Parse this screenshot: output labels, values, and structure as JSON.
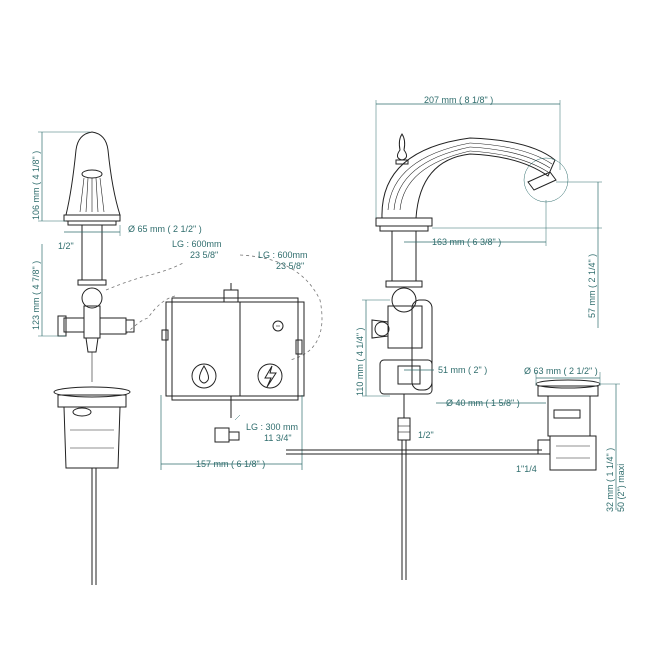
{
  "dimensions": {
    "total_width": "207 mm ( 8 1/8\" )",
    "spout_reach": "163 mm ( 6 3/8\" )",
    "spout_height": "57 mm ( 2 1/4\" )",
    "handle_height": "106 mm ( 4 1/8\" )",
    "handle_diameter": "Ø  65 mm ( 2 1/2\" )",
    "handle_body_height": "123 mm ( 4 7/8\" )",
    "thread_left": "1/2\"",
    "cable_left_a": "LG : 600mm",
    "cable_left_b": "23 5/8\"",
    "cable_mid_a": "LG : 600mm",
    "cable_mid_b": "23 5/8\"",
    "box_width": "157 mm ( 6 1/8\" )",
    "cable_short_a": "LG : 300 mm",
    "cable_short_b": "11 3/4\"",
    "body_height": "110 mm ( 4 1/4\" )",
    "shank_offset": "51 mm ( 2\" )",
    "drain_diameter": "Ø  63 mm ( 2 1/2\" )",
    "drain_inner": "Ø  40 mm ( 1 5/8\" )",
    "thread_right": "1/2\"",
    "drain_thread": "1\"1/4",
    "drain_depth_a": "32 mm ( 1 1/4\" )",
    "drain_depth_b": "50 (2\") maxi"
  },
  "icons": {
    "water": "water-drop-icon",
    "power": "lightning-icon"
  },
  "colors": {
    "dimension": "#2f6d6d",
    "outline": "#222222",
    "cable": "#777777"
  }
}
